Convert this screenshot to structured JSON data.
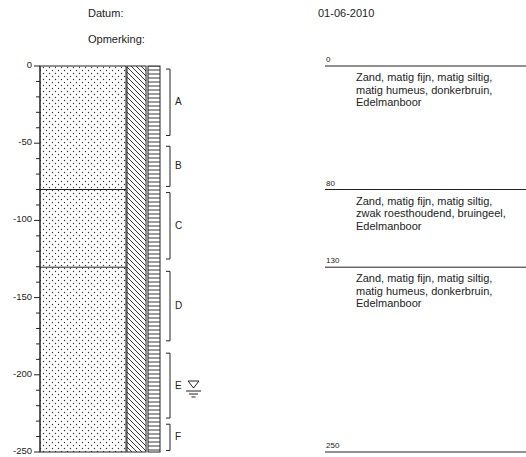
{
  "diagram": {
    "labels": [
      "Datum:",
      "01-06-2010",
      "Opmerking:",
      "0",
      "-50",
      "-100",
      "-150",
      "-200",
      "-250",
      "A",
      "B",
      "C",
      "D",
      "E",
      "F",
      "0",
      "80",
      "130",
      "250",
      "Zand, matig fijn, matig siltig, matig humeus, donkerbruin, Edelmanboor",
      "Zand, matig fijn, matig siltig, zwak roesthoudend, bruingeel, Edelmanboor",
      "Zand, matig fijn, matig siltig, matig humeus, donkerbruin, Edelmanboor"
    ]
  }
}
